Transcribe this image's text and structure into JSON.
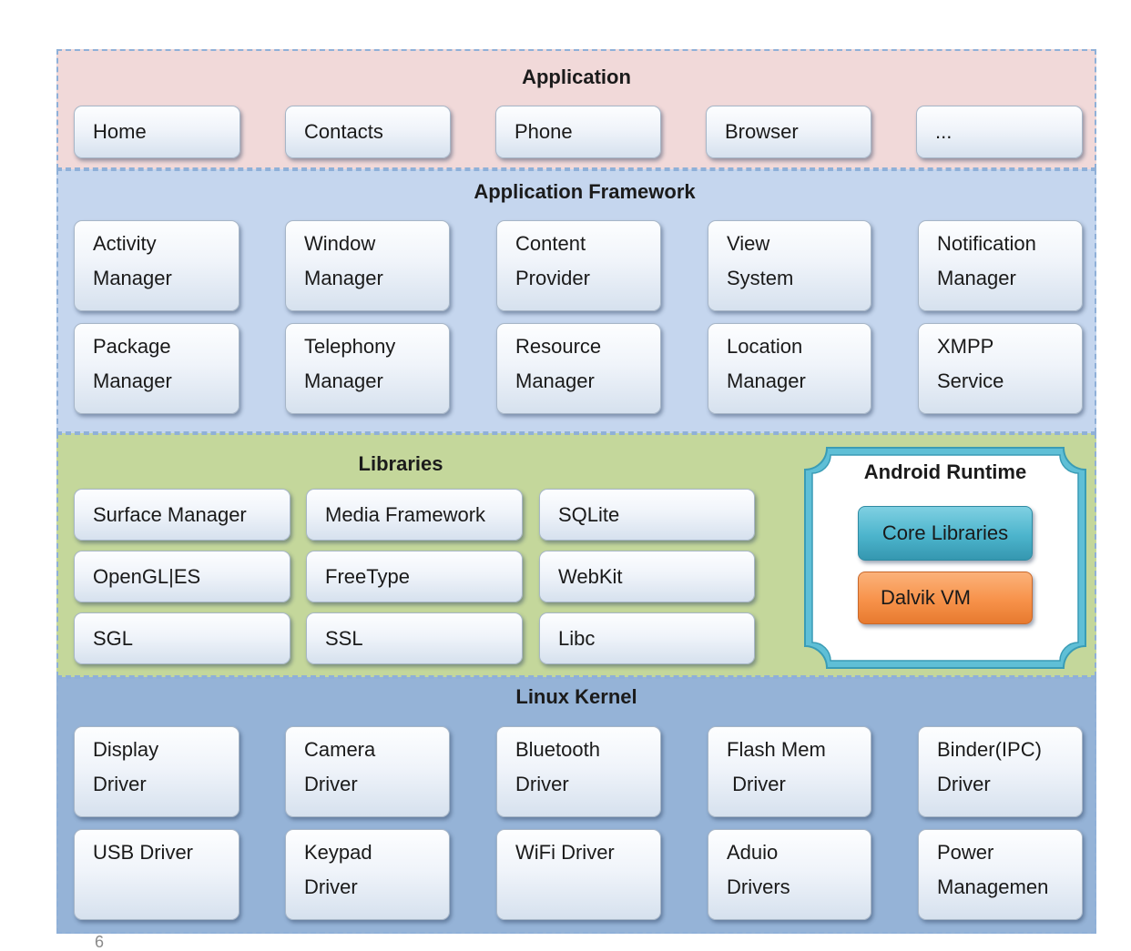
{
  "layers": {
    "application": {
      "title": "Application",
      "items": [
        "Home",
        "Contacts",
        "Phone",
        "Browser",
        "..."
      ]
    },
    "framework": {
      "title": "Application Framework",
      "row1": [
        [
          "Activity",
          "Manager"
        ],
        [
          "Window",
          "Manager"
        ],
        [
          "Content",
          "Provider"
        ],
        [
          "View",
          "System"
        ],
        [
          "Notification",
          "Manager"
        ]
      ],
      "row2": [
        [
          "Package",
          "Manager"
        ],
        [
          "Telephony",
          "Manager"
        ],
        [
          "Resource",
          "Manager"
        ],
        [
          "Location",
          "Manager"
        ],
        [
          "XMPP",
          "Service"
        ]
      ]
    },
    "libraries": {
      "title": "Libraries",
      "rows": [
        [
          "Surface Manager",
          "Media Framework",
          "SQLite"
        ],
        [
          "OpenGL|ES",
          "FreeType",
          "WebKit"
        ],
        [
          "SGL",
          "SSL",
          "Libc"
        ]
      ]
    },
    "runtime": {
      "title": "Android Runtime",
      "core_libraries": "Core Libraries",
      "dalvik_vm": "Dalvik VM"
    },
    "kernel": {
      "title": "Linux Kernel",
      "row1": [
        [
          "Display",
          "Driver"
        ],
        [
          "Camera",
          "Driver"
        ],
        [
          "Bluetooth",
          "Driver"
        ],
        [
          "Flash Mem",
          " Driver"
        ],
        [
          "Binder(IPC)",
          "Driver"
        ]
      ],
      "row2": [
        [
          "USB Driver"
        ],
        [
          "Keypad",
          "Driver"
        ],
        [
          "WiFi Driver"
        ],
        [
          "Aduio",
          "Drivers"
        ],
        [
          "Power",
          "Managemen"
        ]
      ]
    }
  },
  "footer": {
    "page_number": "6"
  },
  "colors": {
    "application_bg": "#f1d9d9",
    "framework_bg": "#c5d6ee",
    "libraries_bg": "#c4d79b",
    "kernel_bg": "#95b3d7",
    "core_libraries": "#4cb4cc",
    "dalvik_vm": "#f7924a"
  }
}
